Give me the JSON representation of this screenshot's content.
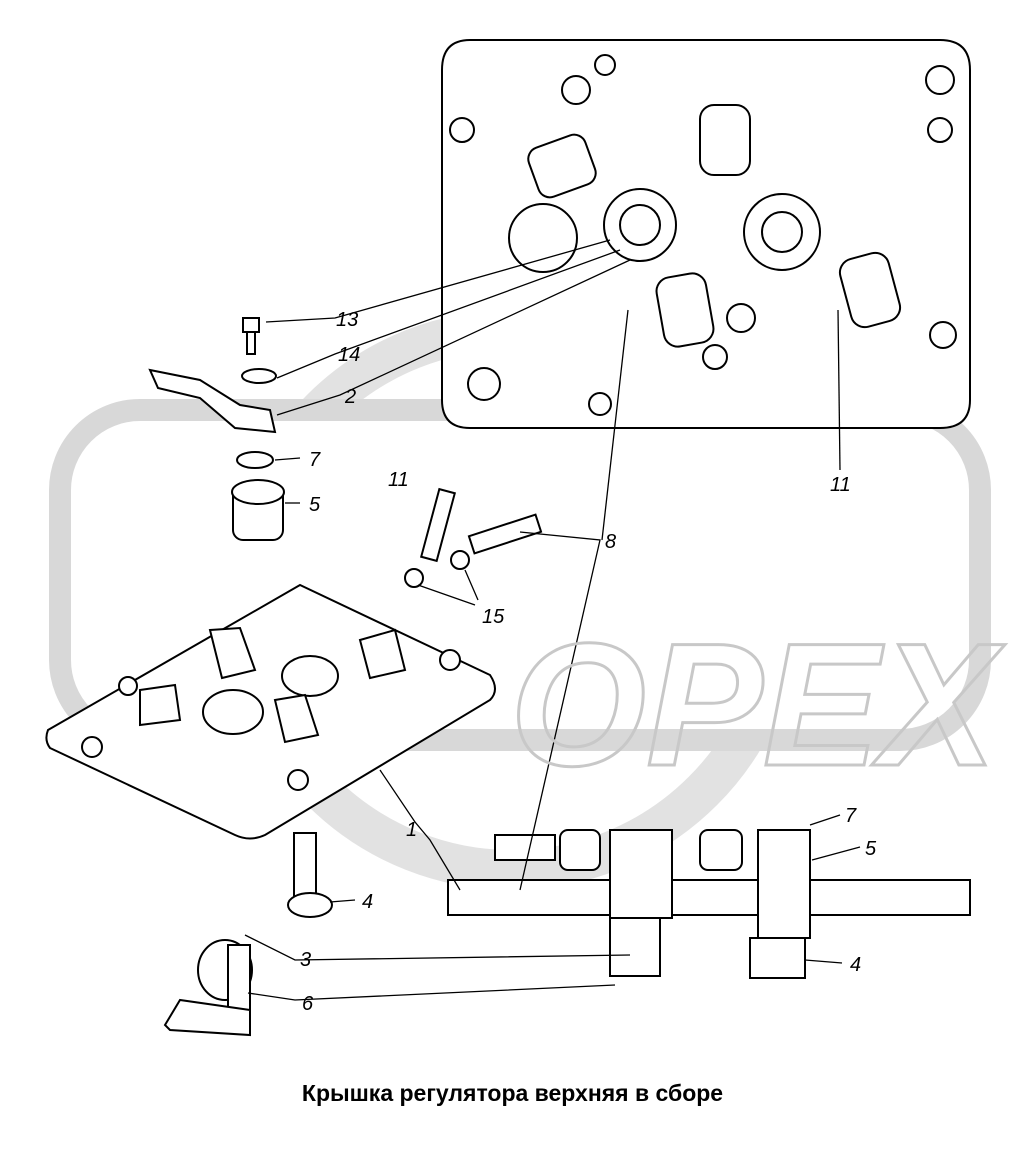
{
  "title": "Крышка регулятора верхняя в сборе",
  "watermark": "OPEX",
  "callouts": {
    "c13": "13",
    "c14": "14",
    "c2": "2",
    "c7a": "7",
    "c5a": "5",
    "c11a": "11",
    "c8": "8",
    "c15": "15",
    "c11b": "11",
    "c1": "1",
    "c4a": "4",
    "c3": "3",
    "c6": "6",
    "c7b": "7",
    "c5b": "5",
    "c4b": "4"
  }
}
